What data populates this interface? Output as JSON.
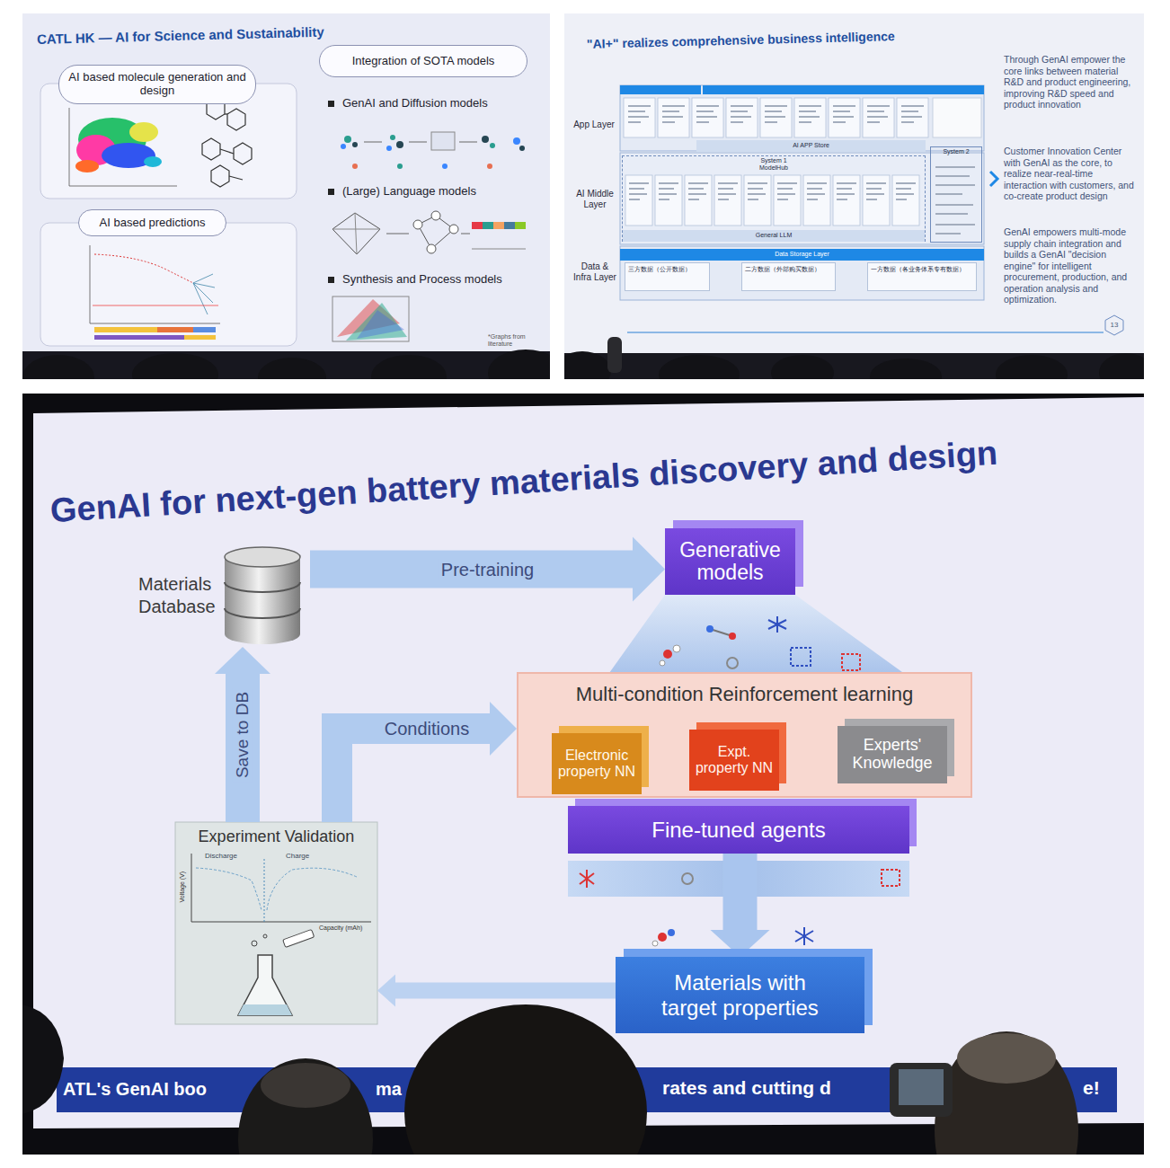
{
  "diagram": {
    "nodes": [
      {
        "text": [
          "CATL HK — AI for Science and Sustainability"
        ]
      },
      {
        "text": [
          "AI based molecule generation and design"
        ],
        "in": 0
      },
      {
        "text": [
          "AI based predictions"
        ],
        "in": 0
      },
      {
        "text": [
          "Integration of SOTA models"
        ],
        "in": 0
      },
      {
        "text": [
          "\"AI+\" realizes comprehensive business intelligence"
        ]
      },
      {
        "text": [
          "AI APP Store"
        ],
        "in": 4
      },
      {
        "text": [
          "System 1",
          "ModelHub"
        ],
        "in": 4
      },
      {
        "text": [
          "General LLM"
        ],
        "in": 6
      },
      {
        "text": [
          "System 2"
        ],
        "in": 4
      },
      {
        "text": [
          "Data Storage Layer"
        ],
        "in": 4
      },
      {
        "text": [
          "三方数据（公开数据）"
        ],
        "in": 4
      },
      {
        "text": [
          "二方数据（外部购买数据）"
        ],
        "in": 4
      },
      {
        "text": [
          "一方数据（各业务体系专有数据）"
        ],
        "in": 4
      },
      {
        "text": [
          "GenAI for next-gen battery materials discovery and design"
        ]
      },
      {
        "text": [
          "Materials Database"
        ],
        "in": 13
      },
      {
        "text": [
          "Generative models"
        ],
        "in": 13
      },
      {
        "text": [
          "Multi-condition Reinforcement learning"
        ],
        "in": 13
      },
      {
        "text": [
          "Electronic property NN"
        ],
        "in": 16
      },
      {
        "text": [
          "Expt. property NN"
        ],
        "in": 16
      },
      {
        "text": [
          "Experts' Knowledge"
        ],
        "in": 16
      },
      {
        "text": [
          "Fine-tuned agents"
        ],
        "in": 13
      },
      {
        "text": [
          "Materials with target properties"
        ],
        "in": 13
      },
      {
        "text": [
          "Experiment Validation"
        ],
        "in": 13
      }
    ],
    "edges": [
      {
        "from": 14,
        "to": 15,
        "label": "Pre-training",
        "arrow": "to"
      },
      {
        "from": 22,
        "to": 14,
        "label": "Save to DB",
        "arrow": "to"
      },
      {
        "from": 22,
        "to": 16,
        "label": "Conditions",
        "arrow": "to"
      },
      {
        "from": 20,
        "to": 21,
        "arrow": "to"
      },
      {
        "from": 21,
        "to": 22,
        "arrow": "to"
      }
    ],
    "labels": [
      "GenAI and Diffusion models",
      "(Large) Language models",
      "Synthesis and Process models",
      "*Graphs from literature",
      "App Layer",
      "AI Middle Layer",
      "Data & Infra Layer",
      "Through GenAI empower the core links between material R&D and product engineering, improving R&D speed and product innovation",
      "Customer Innovation Center with GenAI as the core, to realize near-real-time interaction with customers, and co-create product design",
      "GenAI empowers multi-mode supply chain integration and builds a GenAI \"decision engine\" for intelligent procurement, production, and operation analysis and optimization.",
      "13",
      "Discharge",
      "Charge",
      "Voltage (V)",
      "Capacity (mAh)",
      "ATL's GenAI boo",
      "ma",
      "rates and cutting d",
      "e!"
    ]
  }
}
